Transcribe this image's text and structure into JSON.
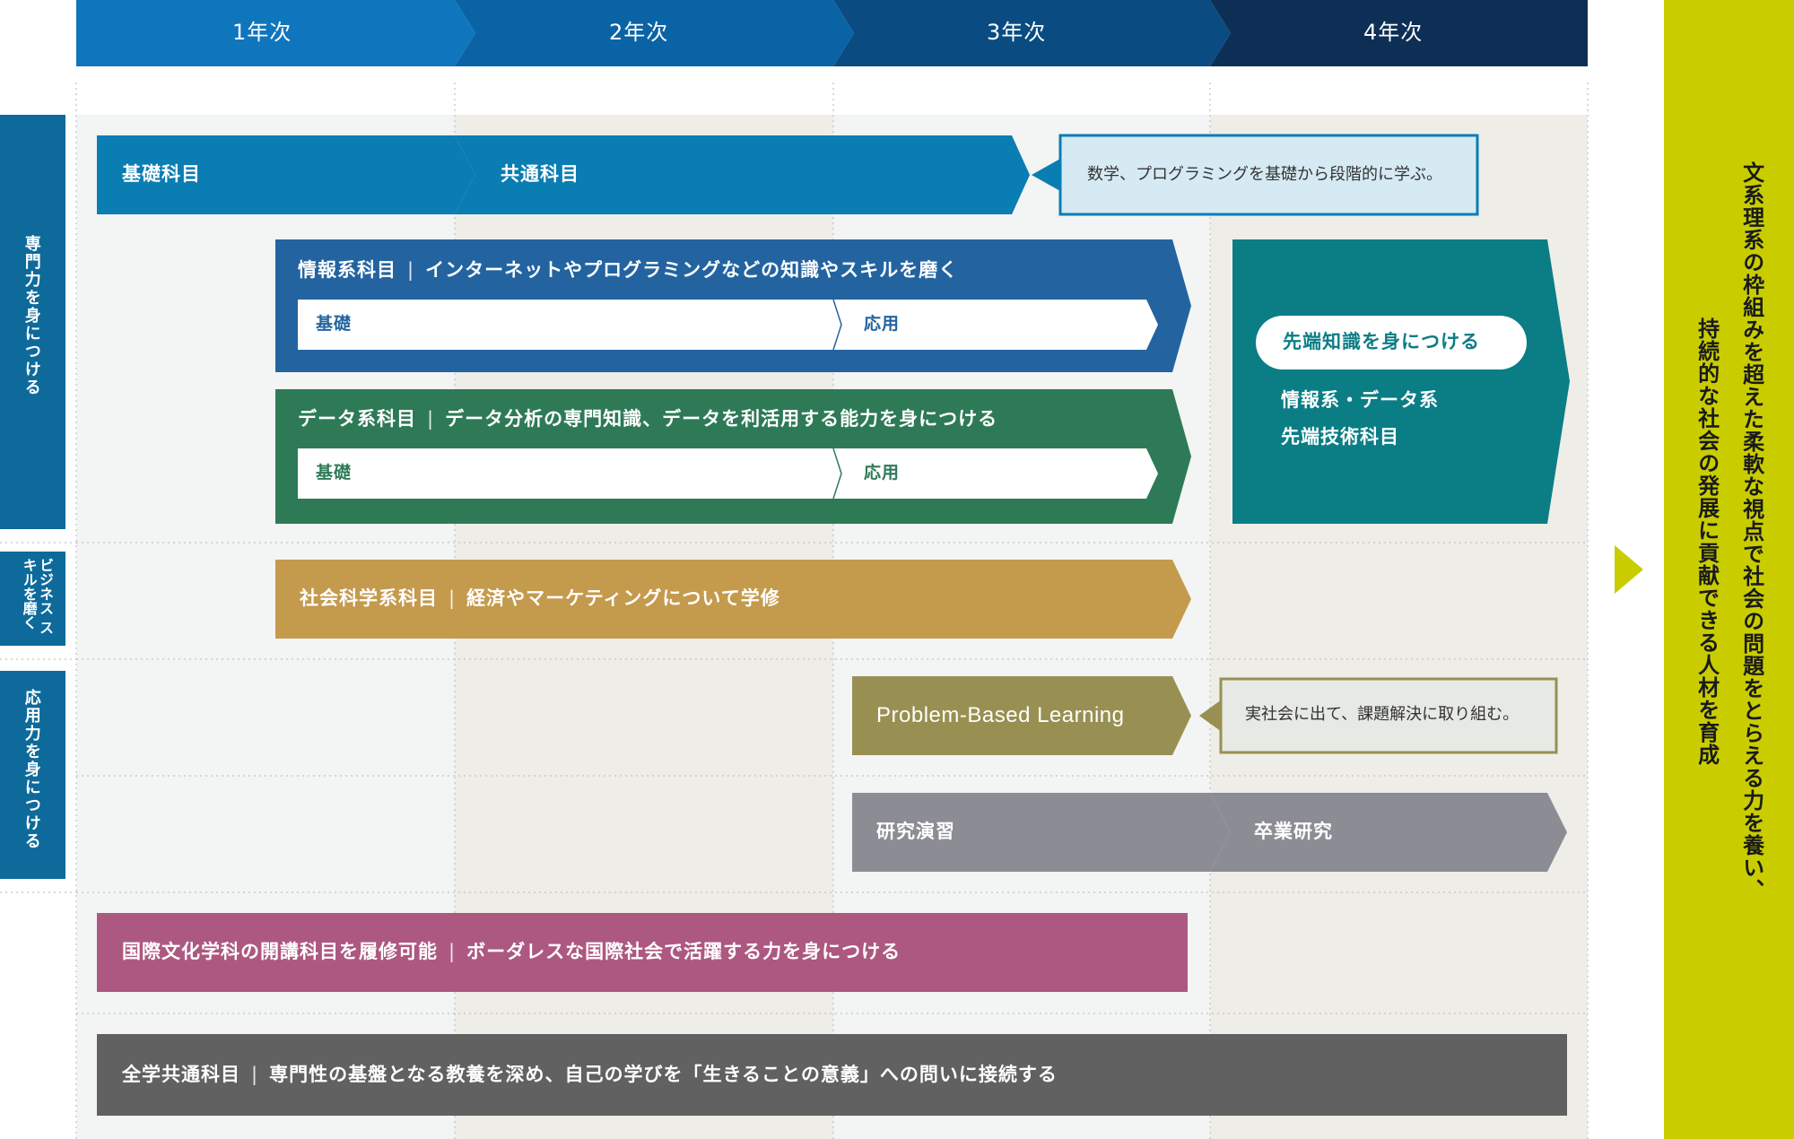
{
  "years": [
    "1年次",
    "2年次",
    "3年次",
    "4年次"
  ],
  "side_labels": {
    "senmon": "専門力を身につける",
    "business": "ビジネス スキルを磨く",
    "ouyou": "応用力を身につける"
  },
  "rows": {
    "kiso": "基礎科目",
    "kyotsu": "共通科目",
    "callout_math": "数学、プログラミングを基礎から段階的に学ぶ。",
    "joho_title": "情報系科目",
    "joho_desc": "インターネットやプログラミングなどの知識やスキルを磨く",
    "joho_basic": "基礎",
    "joho_applied": "応用",
    "data_title": "データ系科目",
    "data_desc": "データ分析の専門知識、データを利活用する能力を身につける",
    "data_basic": "基礎",
    "data_applied": "応用",
    "advanced_pill": "先端知識を身につける",
    "advanced_line1": "情報系・データ系",
    "advanced_line2": "先端技術科目",
    "social_title": "社会科学系科目",
    "social_desc": "経済やマーケティングについて学修",
    "pbl": "Problem-Based Learning",
    "callout_pbl": "実社会に出て、課題解決に取り組む。",
    "seminar": "研究演習",
    "thesis": "卒業研究",
    "intl_title": "国際文化学科の開講科目を履修可能",
    "intl_desc": "ボーダレスな国際社会で活躍する力を身につける",
    "general_title": "全学共通科目",
    "general_desc": "専門性の基盤となる教養を深め、自己の学びを「生きることの意義」への問いに接続する"
  },
  "goal": {
    "line1": "文系理系の枠組みを超えた柔軟な視点で社会の問題をとらえる力を養い、",
    "line2": "持続的な社会の発展に貢献できる人材を育成"
  },
  "colors": {
    "year1": "#0f76bd",
    "year2": "#0a63a5",
    "year3": "#0a4c82",
    "year4": "#0d2f55",
    "side": "#0e6a9b",
    "kiso": "#0a7db3",
    "joho": "#2364a0",
    "data": "#2e7a57",
    "advanced": "#0b7d85",
    "social": "#c49a4d",
    "pbl": "#989052",
    "seminar": "#8c8d94",
    "intl": "#ad5880",
    "general": "#616161",
    "goal": "#c9cd00"
  }
}
